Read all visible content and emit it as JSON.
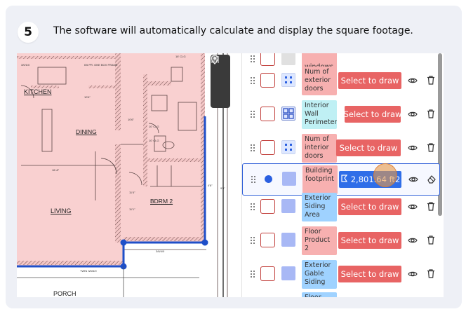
{
  "step": {
    "number": "5",
    "text": "The software will automatically calculate and display the square footage."
  },
  "plan": {
    "rooms": {
      "kitchen": "KITCHEN",
      "dining": "DINING",
      "living": "LIVING",
      "bdrm": "BDRM 2",
      "porch": "PORCH"
    }
  },
  "toolbar": {
    "icons": [
      "pin-icon",
      "pin-outline-icon",
      "ruler-icon"
    ]
  },
  "rows": [
    {
      "label": "windows",
      "button": "",
      "color": "#f7b0b0",
      "symbol": "#e0e0e0"
    },
    {
      "label": "Num of exterior doors",
      "button": "Select to draw",
      "color": "#f7b0b0",
      "symbol": "#dde7ff"
    },
    {
      "label": "Interior Wall Perimeter",
      "button": "Select to draw",
      "color": "#bff0f4",
      "symbol": "#dfe6ff"
    },
    {
      "label": "Num of interior doors",
      "button": "Select to draw",
      "color": "#f7b0b0",
      "symbol": "#dde7ff"
    },
    {
      "label": "Building footprint",
      "button": "2,801.64 ft2",
      "color": "#f7b0b0",
      "symbol": "#a8b8f5"
    },
    {
      "label": "Exterior Siding Area",
      "button": "Select to draw",
      "color": "#9fd2ff",
      "symbol": "#a8b8f5"
    },
    {
      "label": "Floor Product 2",
      "button": "Select to draw",
      "color": "#f7b0b0",
      "symbol": "#a8b8f5"
    },
    {
      "label": "Exterior Gable Siding",
      "button": "Select to draw",
      "color": "#9fd2ff",
      "symbol": "#a8b8f5"
    },
    {
      "label": "Floor",
      "button": "",
      "color": "#9fd2ff",
      "symbol": "#a8b8f5"
    }
  ]
}
